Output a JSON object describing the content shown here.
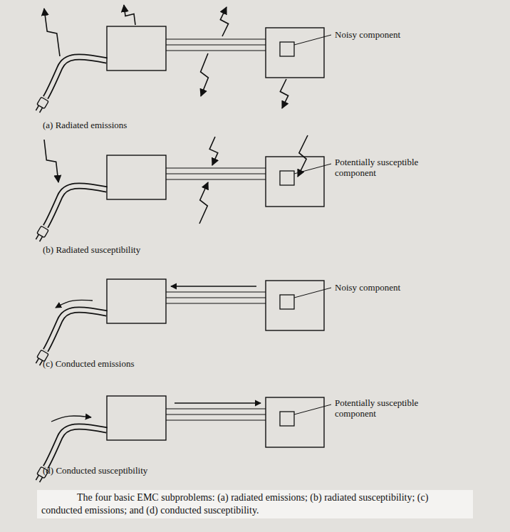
{
  "diagram": {
    "caption": "The four basic EMC subproblems: (a) radiated emissions; (b) radiated susceptibility; (c) conducted emissions; and (d) conducted susceptibility.",
    "labels": [
      "Noisy component",
      "(a) Radiated emissions",
      "Potentially susceptible component",
      "(b) Radiated susceptibility",
      "Noisy component",
      "(c) Conducted emissions",
      "Potentially susceptible component",
      "(d) Conducted susceptibility"
    ]
  }
}
